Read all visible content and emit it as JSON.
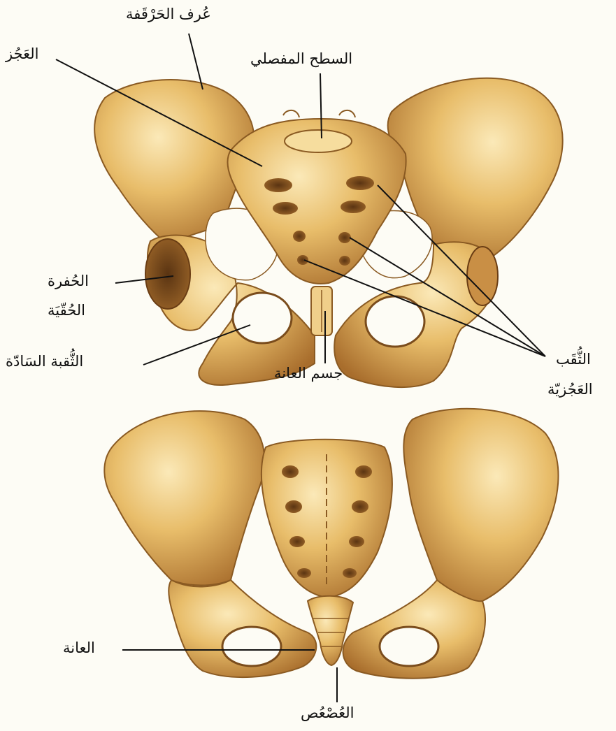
{
  "diagram": {
    "background_color": "#fdfcf5",
    "bone_color": "#e8bd6a",
    "bone_shadow_color": "#8a5a22",
    "bone_highlight_color": "#fbe9b8",
    "leader_line_color": "#111111",
    "views": [
      {
        "view": "top",
        "labels": {
          "iliac_crest": "عُرف الحَرْقَفة",
          "sacrum": "العَجُز",
          "articular_surface": "السطح المفصلي",
          "acetabulum_line1": "الحُفرة",
          "acetabulum_line2": "الحُقّيَة",
          "obturator_foramen": "الثُّقبة السَادّة",
          "pubic_body": "جسم العانة",
          "sacral_foramina_line1": "الثُّقَب",
          "sacral_foramina_line2": "العَجُزيّة"
        }
      },
      {
        "view": "bottom",
        "labels": {
          "pubis": "العانة",
          "coccyx": "العُصْعُص"
        }
      }
    ]
  }
}
